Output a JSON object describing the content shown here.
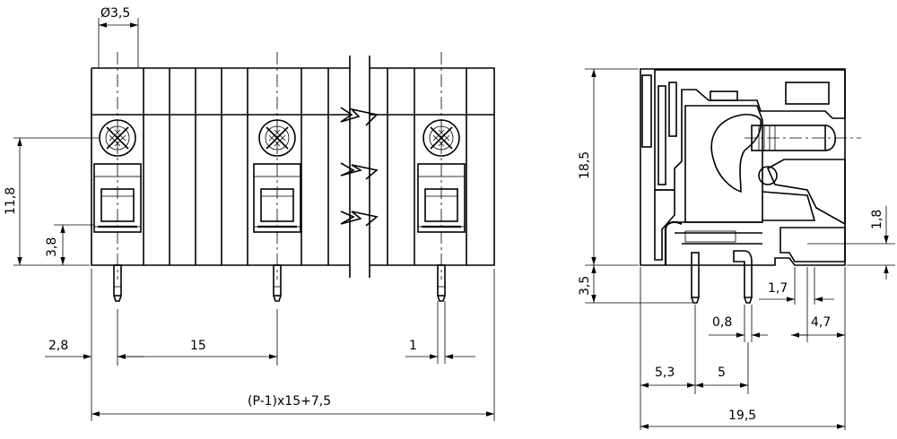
{
  "front_view": {
    "dims": {
      "hole_diameter": "Ø3,5",
      "height": "11,8",
      "opening_height": "3,8",
      "edge_offset": "2,8",
      "pitch": "15",
      "pin_width": "1",
      "total_width": "(P-1)x15+7,5"
    }
  },
  "side_view": {
    "dims": {
      "height": "18,5",
      "pin_length": "3,5",
      "step_height": "1,8",
      "step_width": "1,7",
      "pin_thickness": "0,8",
      "right_offset": "4,7",
      "front_offset": "5,3",
      "pin_spacing": "5",
      "depth": "19,5"
    }
  }
}
